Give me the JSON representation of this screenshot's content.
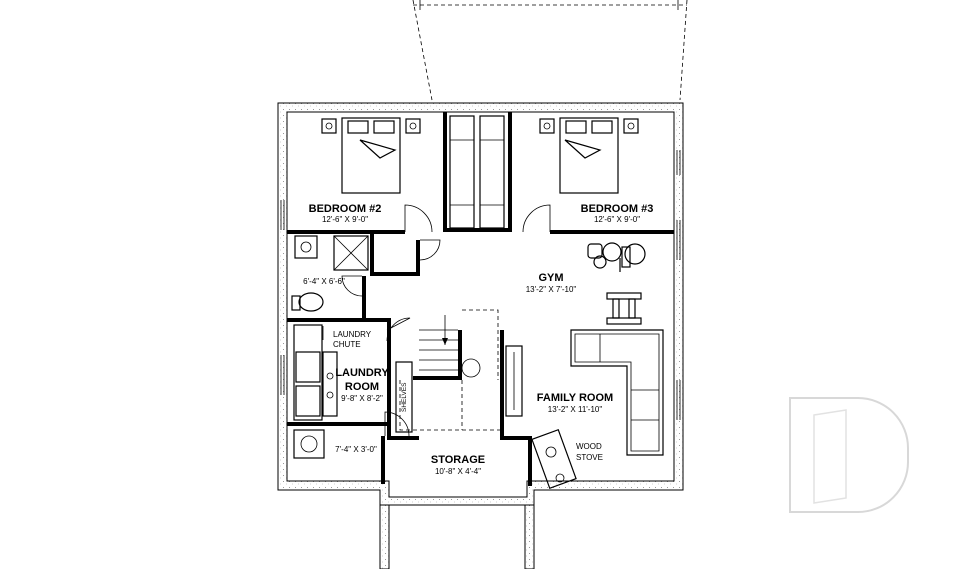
{
  "rooms": {
    "bedroom2": {
      "name": "BEDROOM #2",
      "dims": "12'-6\" X 9'-0\""
    },
    "bedroom3": {
      "name": "BEDROOM #3",
      "dims": "12'-6\" X 9'-0\""
    },
    "gym": {
      "name": "GYM",
      "dims": "13'-2\" X 7'-10\""
    },
    "bath": {
      "dims": "6'-4\" X 6'-6\""
    },
    "laundry": {
      "line1": "LAUNDRY",
      "line2": "ROOM",
      "dims": "9'-8\" X 8'-2\""
    },
    "chute": {
      "line1": "LAUNDRY",
      "line2": "CHUTE"
    },
    "shelves": {
      "label": "SHELVES"
    },
    "closet": {
      "dims": "7'-4\" X 3'-0\""
    },
    "family": {
      "name": "FAMILY ROOM",
      "dims": "13'-2\" X 11'-10\""
    },
    "storage": {
      "name": "STORAGE",
      "dims": "10'-8\" X 4'-4\""
    },
    "stove": {
      "line1": "WOOD",
      "line2": "STOVE"
    }
  },
  "logo": {
    "letter": "D"
  }
}
